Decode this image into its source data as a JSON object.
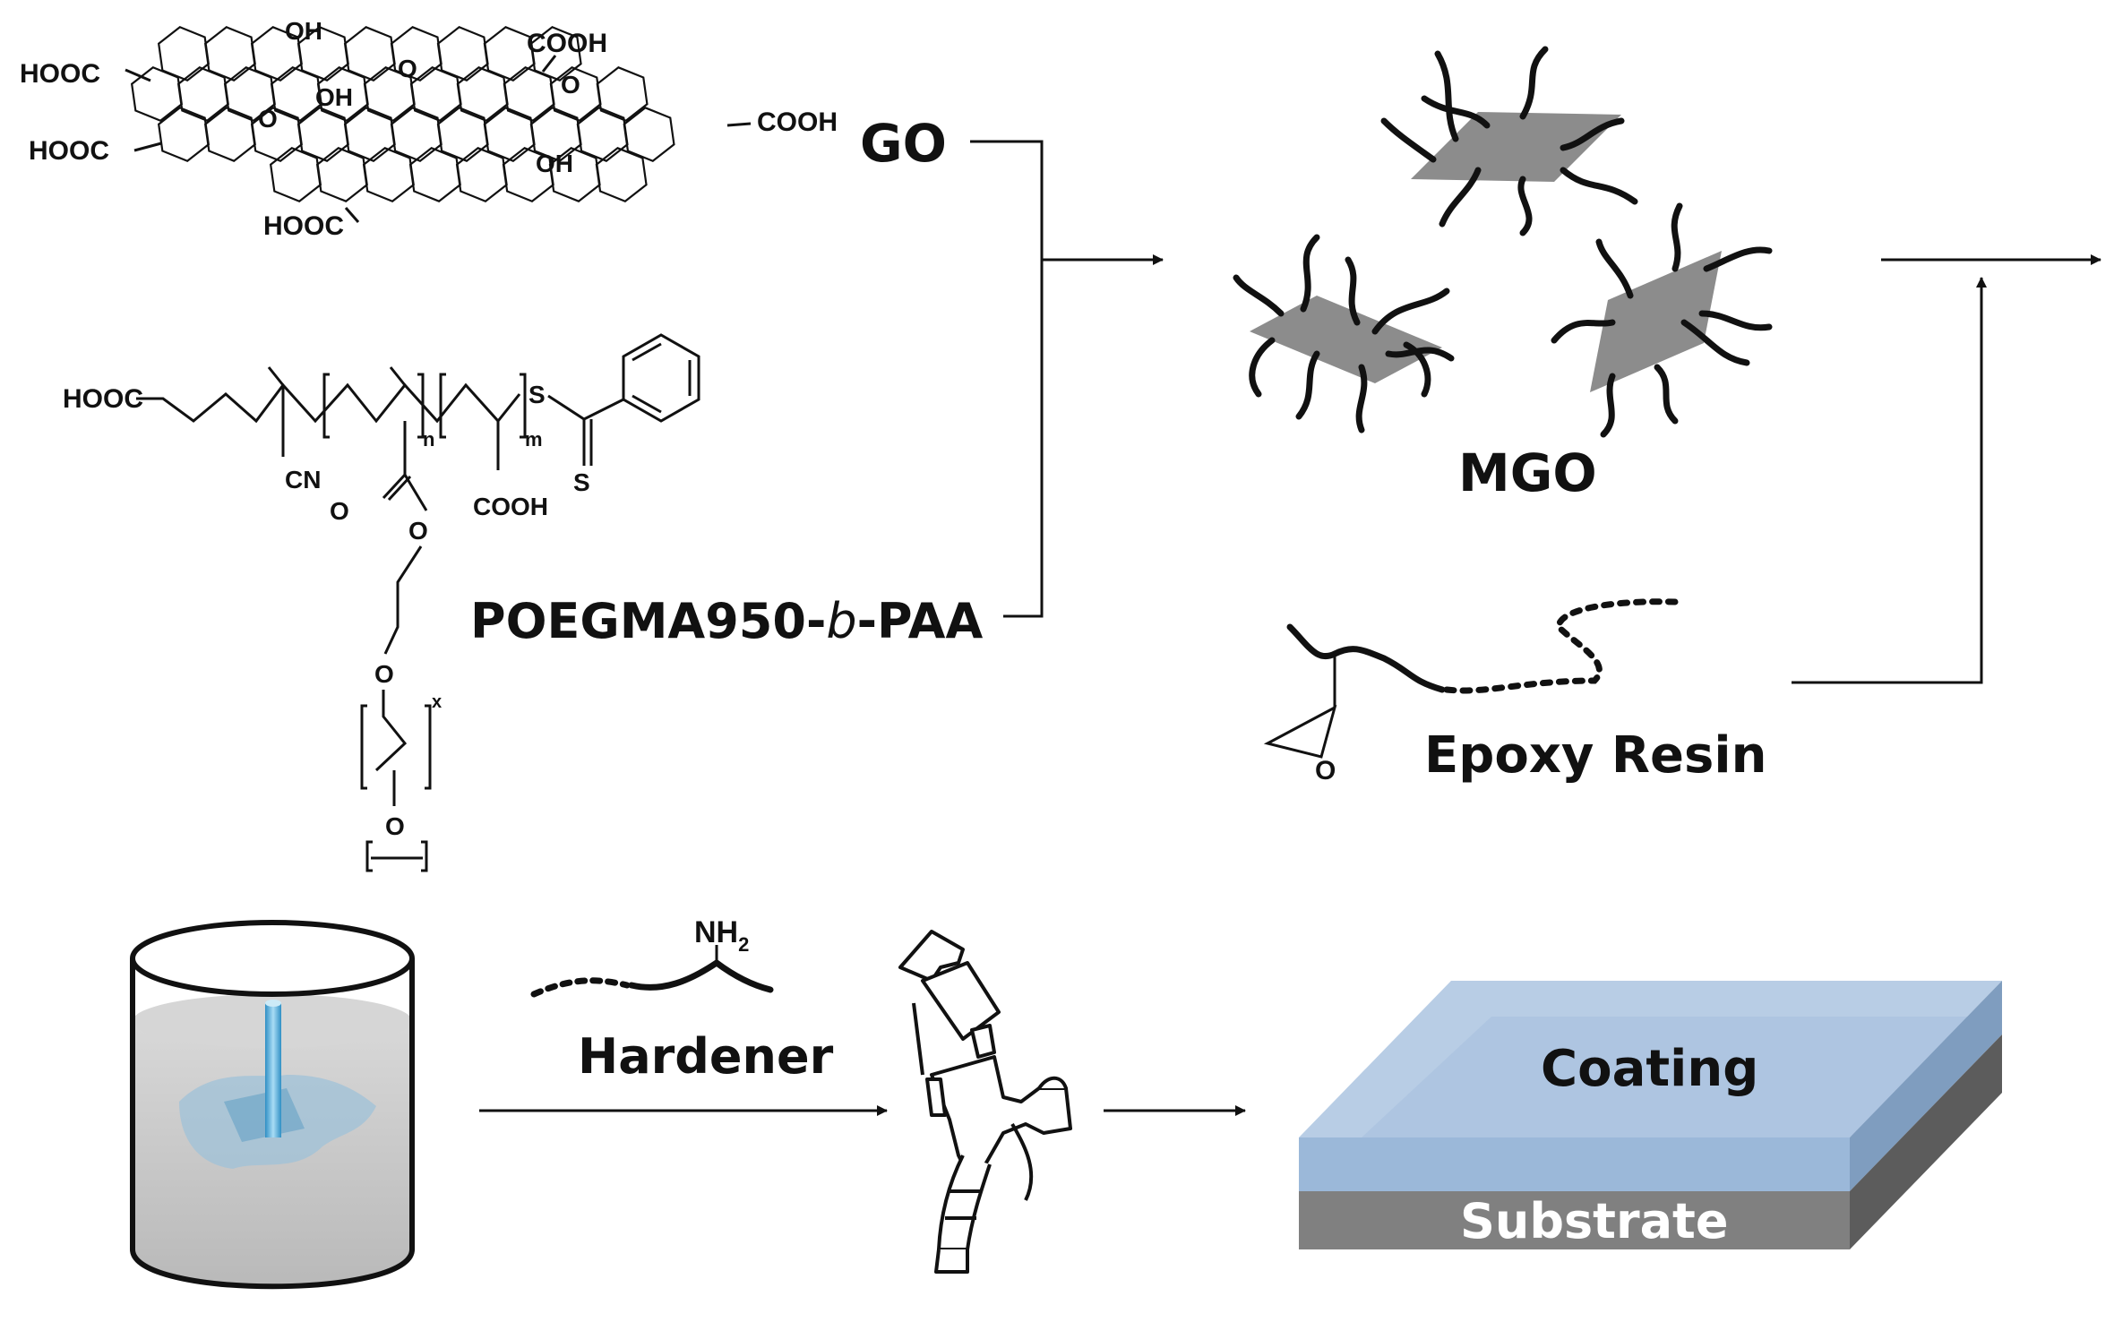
{
  "labels": {
    "go": "GO",
    "copolymer_main": "POEGMA950-",
    "copolymer_italic": "b",
    "copolymer_end": "-PAA",
    "mgo": "MGO",
    "epoxy": "Epoxy Resin",
    "hardener": "Hardener",
    "coating": "Coating",
    "substrate": "Substrate"
  },
  "chem_labels": {
    "go_cooh_top": "COOH",
    "go_cooh_right": "COOH",
    "go_hooc_1": "HOOC",
    "go_hooc_2": "HOOC",
    "go_hooc_3": "HOOC",
    "go_oh_1": "OH",
    "go_oh_2": "OH",
    "go_oh_3": "OH",
    "go_epoxy_o_1": "O",
    "go_epoxy_o_2": "O",
    "go_epoxy_o_3": "O",
    "poly_hooc": "HOOC",
    "poly_cn": "CN",
    "poly_n": "n",
    "poly_m": "m",
    "poly_s1": "S",
    "poly_s2": "S",
    "poly_o_carbonyl": "O",
    "poly_o_ester": "O",
    "poly_o_ether": "O",
    "poly_o_end": "O",
    "poly_x": "x",
    "poly_cooh": "COOH",
    "epoxy_o": "O",
    "nh2_main": "NH",
    "nh2_sub": "2"
  },
  "colors": {
    "ink": "#111111",
    "sheet_gray": "#8c8c8c",
    "coating_top": "#b8cde5",
    "coating_front": "#9bb8d9",
    "coating_side": "#7f9dbf",
    "substrate_front": "#808080",
    "substrate_side": "#5c5c5c",
    "liquid": "#c9c9c9",
    "stirrer": "#4fa8d6"
  },
  "icons": [
    "stirring-beaker-icon",
    "spray-gun-icon",
    "mgo-sheet-icon",
    "epoxy-chain-icon",
    "amine-chain-icon"
  ]
}
